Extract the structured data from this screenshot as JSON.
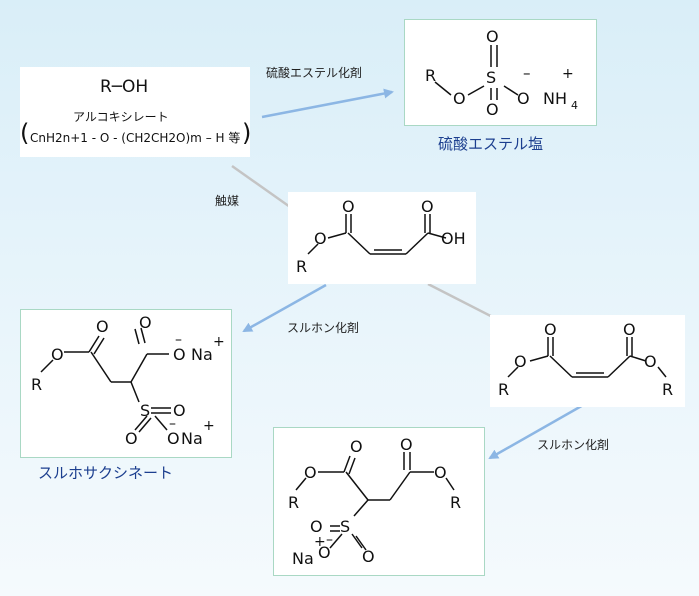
{
  "alcohol": {
    "formula": "R─OH",
    "name": "アルコキシレート",
    "detail": "CnH2n+1 - O - (CH2CH2O)m – H 等"
  },
  "labels": {
    "sulfate_reagent": "硫酸エステル化剤",
    "catalyst": "触媒",
    "sulfonation_1": "スルホン化剤",
    "sulfonation_2": "スルホン化剤"
  },
  "captions": {
    "sulfate_salt": "硫酸エステル塩",
    "sulfosuccinate": "スルホサクシネート"
  },
  "atoms": {
    "R": "R",
    "O": "O",
    "S": "S",
    "OH": "OH",
    "Na": "Na",
    "NH4": "NH",
    "sub4": "4",
    "plus": "+",
    "minus": "–"
  },
  "colors": {
    "arrow_blue": "#8cb6e4",
    "arrow_grey": "#c4c4c4",
    "caption_blue": "#1c3f8f",
    "box_border": "#a9d8c4"
  }
}
